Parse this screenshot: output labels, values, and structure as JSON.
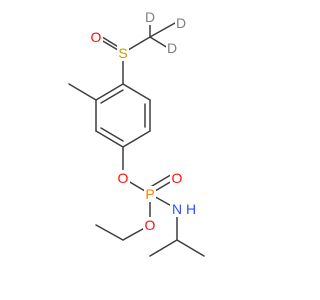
{
  "molecule": {
    "atoms": {
      "O_sulfinyl": "O",
      "S": "S",
      "D1": "D",
      "D2": "D",
      "D3": "D",
      "O_aryl": "O",
      "P": "P",
      "O_phosphoryl": "O",
      "N_H": "H",
      "N": "N",
      "O_ethoxy": "O"
    },
    "colors": {
      "bond": "#3d3d3d",
      "oxygen": "#ff0d0d",
      "sulfur": "#c8a000",
      "phosphorus": "#ff8000",
      "nitrogen": "#3050f8",
      "deuterium": "#808080"
    }
  }
}
